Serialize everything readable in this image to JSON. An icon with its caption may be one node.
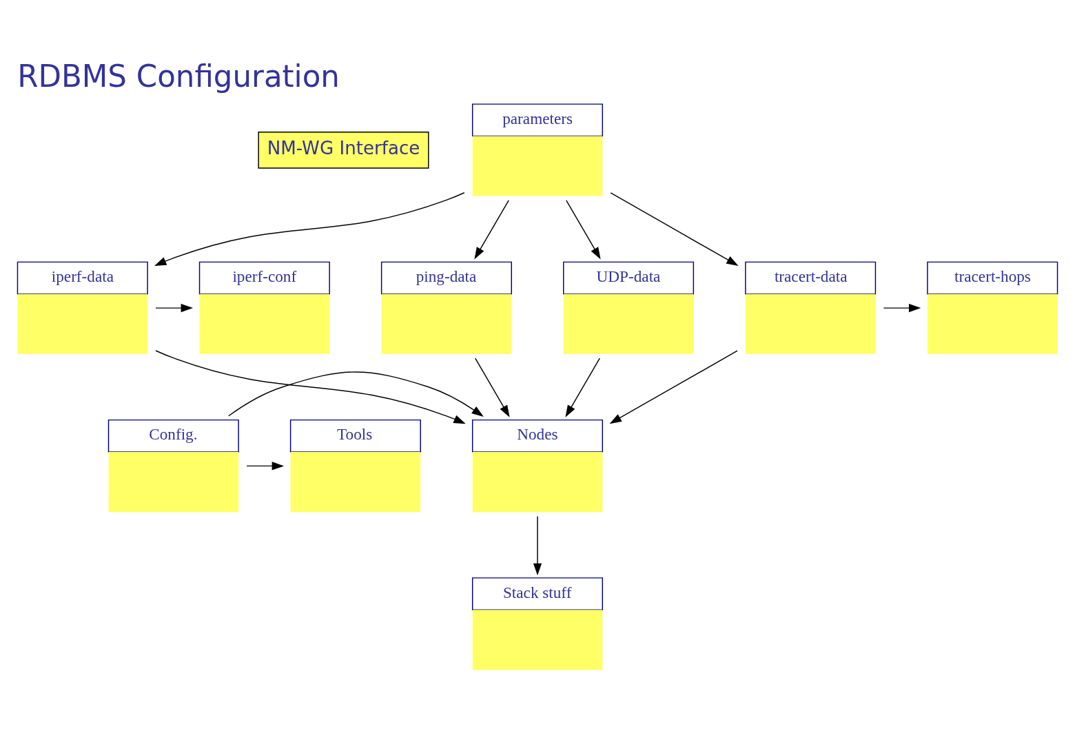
{
  "diagram": {
    "title": "RDBMS Configuration",
    "nodes": [
      {
        "text": [
          "NM-WG Interface"
        ]
      },
      {
        "text": [
          "parameters"
        ]
      },
      {
        "text": [
          "iperf-conf"
        ]
      },
      {
        "text": [
          "iperf-data"
        ]
      },
      {
        "text": [
          "ping-data"
        ]
      },
      {
        "text": [
          "UDP-data"
        ]
      },
      {
        "text": [
          "tracert-data"
        ]
      },
      {
        "text": [
          "tracert-hops"
        ]
      },
      {
        "text": [
          "Nodes"
        ]
      },
      {
        "text": [
          "Config."
        ]
      },
      {
        "text": [
          "Tools"
        ]
      },
      {
        "text": [
          "Stack stuff"
        ]
      }
    ],
    "edges": [
      {
        "from": 1,
        "to": 3,
        "arrow": "to"
      },
      {
        "from": 1,
        "to": 4,
        "arrow": "to"
      },
      {
        "from": 1,
        "to": 5,
        "arrow": "to"
      },
      {
        "from": 1,
        "to": 6,
        "arrow": "to"
      },
      {
        "from": 3,
        "to": 2,
        "arrow": "to"
      },
      {
        "from": 6,
        "to": 7,
        "arrow": "to"
      },
      {
        "from": 3,
        "to": 8,
        "arrow": "to"
      },
      {
        "from": 4,
        "to": 8,
        "arrow": "to"
      },
      {
        "from": 5,
        "to": 8,
        "arrow": "to"
      },
      {
        "from": 6,
        "to": 8,
        "arrow": "to"
      },
      {
        "from": 9,
        "to": 8,
        "arrow": "to"
      },
      {
        "from": 9,
        "to": 10,
        "arrow": "to"
      },
      {
        "from": 8,
        "to": 11,
        "arrow": "to"
      }
    ]
  }
}
